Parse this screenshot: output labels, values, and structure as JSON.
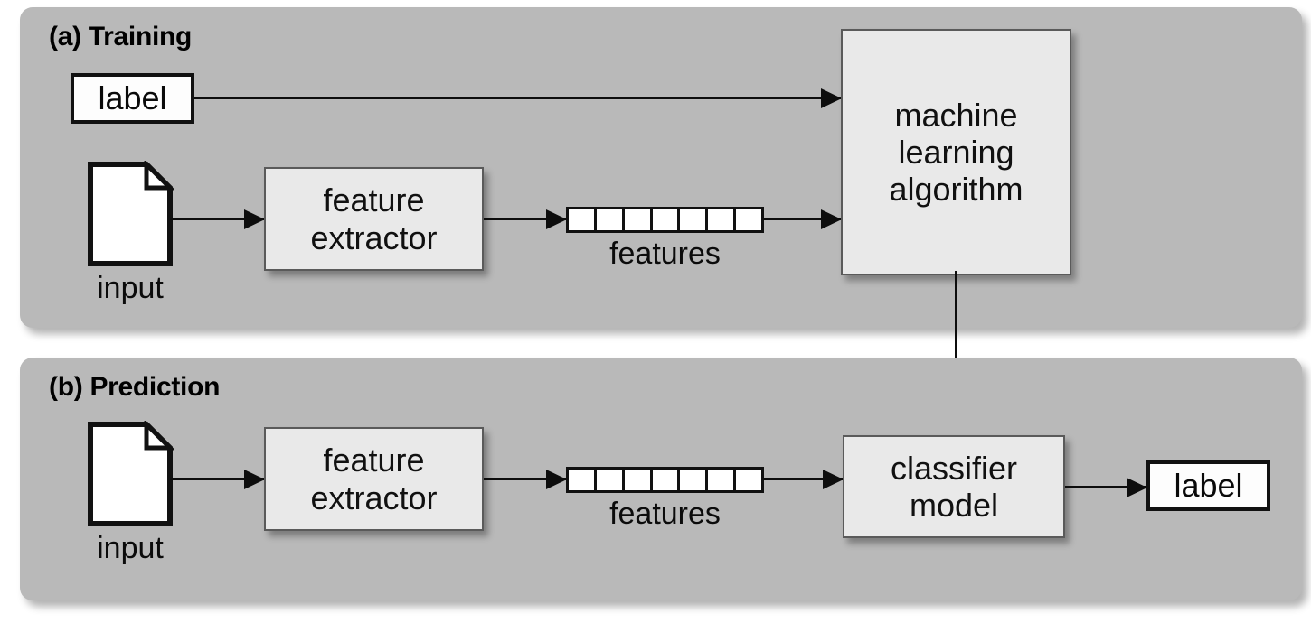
{
  "figure": {
    "type": "flow-diagram",
    "background_color": "#ffffff",
    "panel_color": "#b9b9b9",
    "box_color": "#e9e9e9",
    "line_color": "#0d0d0d"
  },
  "panels": [
    {
      "id": "training",
      "title": "(a) Training",
      "nodes": {
        "label_box": "label",
        "input_caption": "input",
        "input_icon": "document-icon",
        "feature_extractor_line1": "feature",
        "feature_extractor_line2": "extractor",
        "features_caption": "features",
        "features_cells": 7,
        "algorithm_line1": "machine",
        "algorithm_line2": "learning",
        "algorithm_line3": "algorithm"
      }
    },
    {
      "id": "prediction",
      "title": "(b) Prediction",
      "nodes": {
        "input_caption": "input",
        "input_icon": "document-icon",
        "feature_extractor_line1": "feature",
        "feature_extractor_line2": "extractor",
        "features_caption": "features",
        "features_cells": 7,
        "classifier_line1": "classifier",
        "classifier_line2": "model",
        "label_box": "label"
      }
    }
  ],
  "connections": [
    {
      "name": "label-to-algorithm",
      "from": "label",
      "to": "machine learning algorithm",
      "direction": "right"
    },
    {
      "name": "input-to-extractor-a",
      "from": "input",
      "to": "feature extractor",
      "direction": "right"
    },
    {
      "name": "extractor-to-features-a",
      "from": "feature extractor",
      "to": "features",
      "direction": "right"
    },
    {
      "name": "features-to-algorithm",
      "from": "features",
      "to": "machine learning algorithm",
      "direction": "right"
    },
    {
      "name": "algorithm-to-classifier",
      "from": "machine learning algorithm",
      "to": "classifier model",
      "direction": "down"
    },
    {
      "name": "input-to-extractor-b",
      "from": "input",
      "to": "feature extractor",
      "direction": "right"
    },
    {
      "name": "extractor-to-features-b",
      "from": "feature extractor",
      "to": "features",
      "direction": "right"
    },
    {
      "name": "features-to-classifier",
      "from": "features",
      "to": "classifier model",
      "direction": "right"
    },
    {
      "name": "classifier-to-label",
      "from": "classifier model",
      "to": "label",
      "direction": "right"
    }
  ]
}
